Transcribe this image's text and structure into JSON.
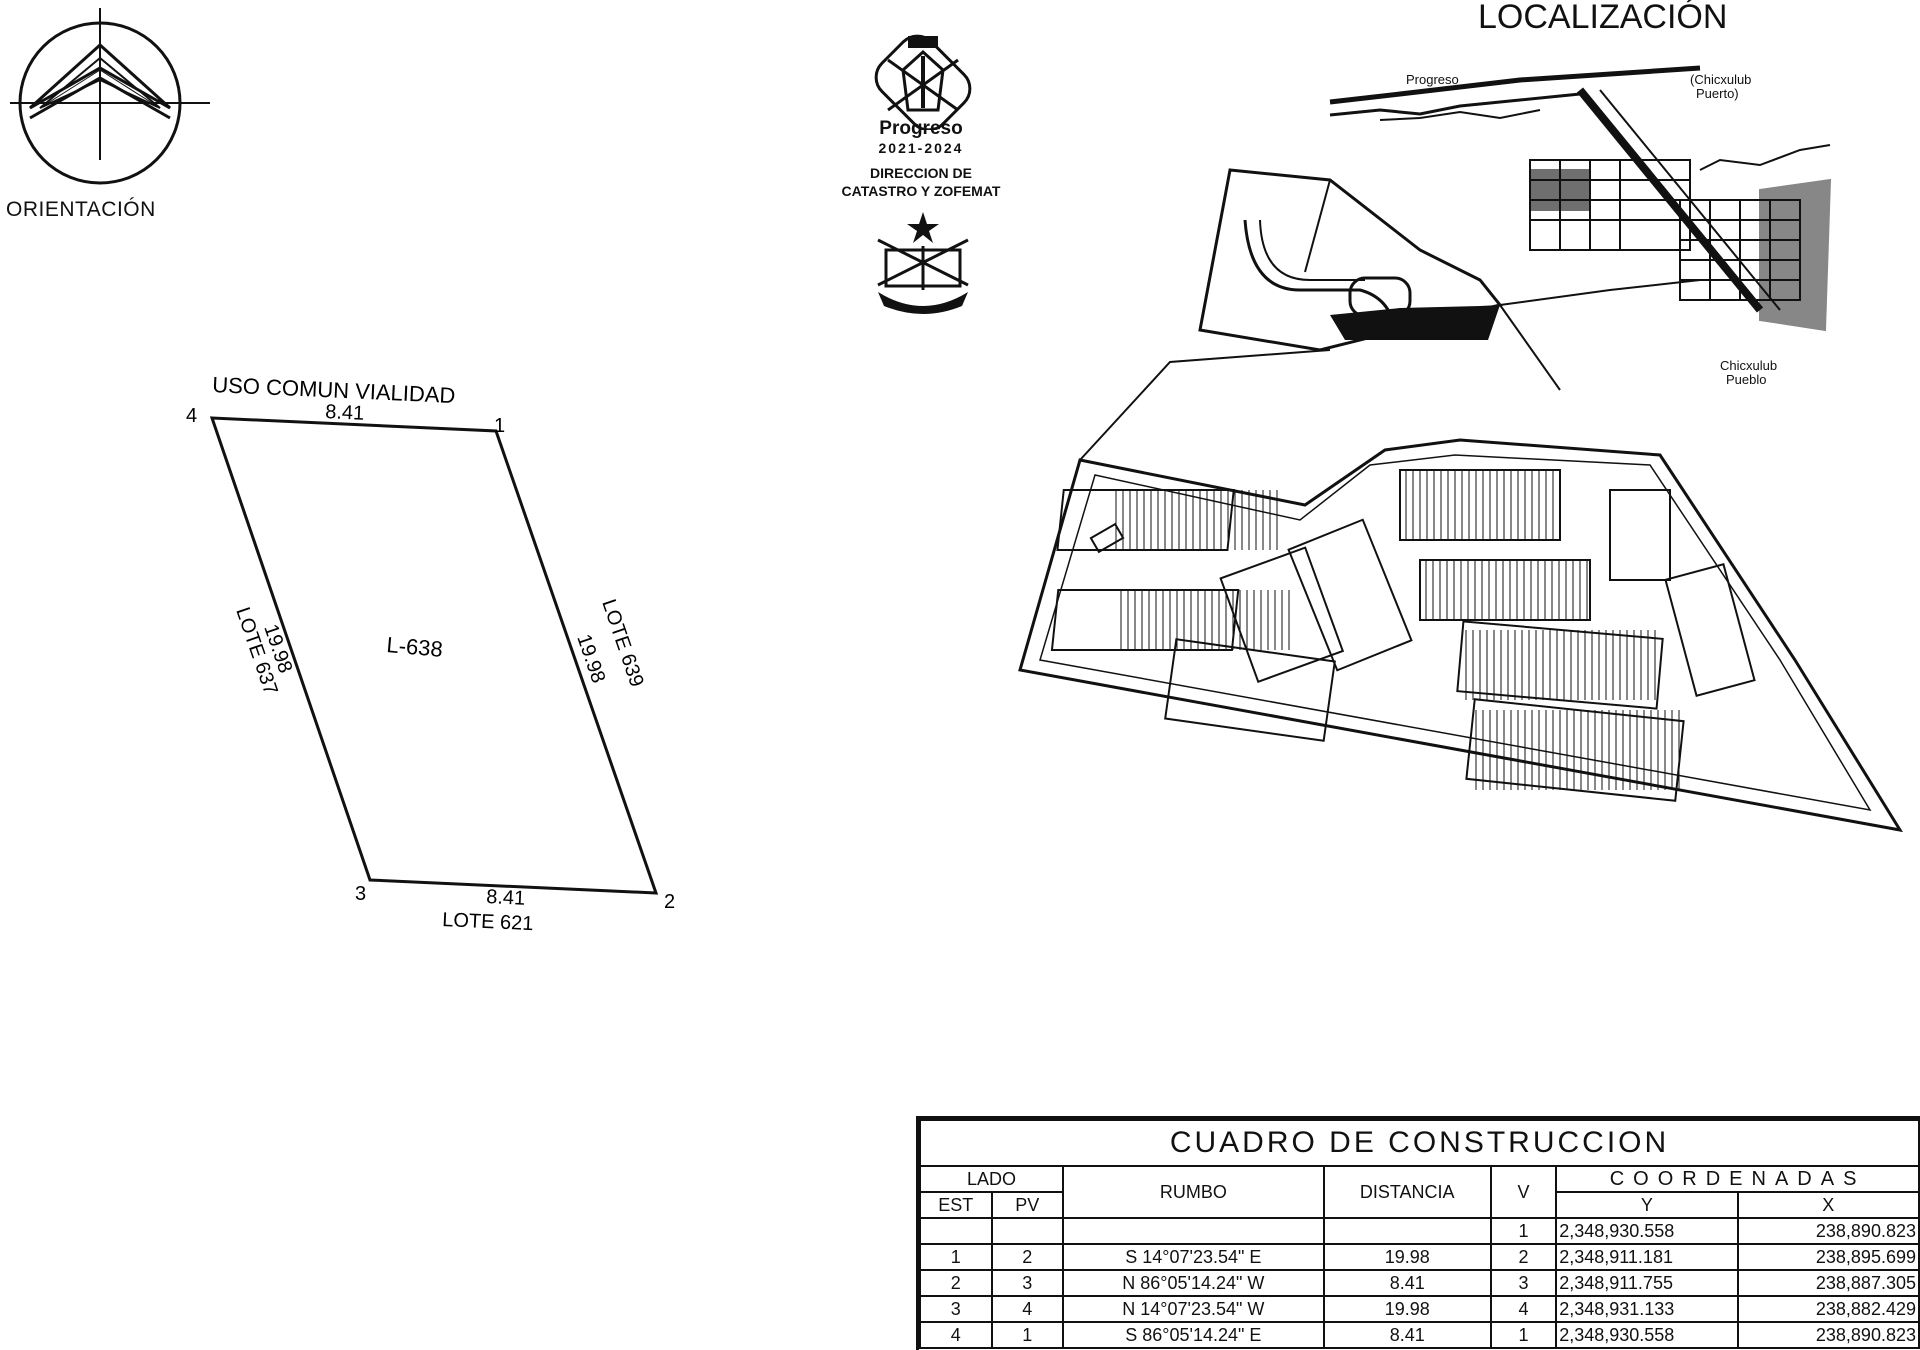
{
  "orientation": {
    "label": "ORIENTACIÓN"
  },
  "logo": {
    "title": "Progreso",
    "years": "2021-2024",
    "department_line1": "DIRECCION DE",
    "department_line2": "CATASTRO Y ZOFEMAT"
  },
  "location_map": {
    "title": "LOCALIZACIÓN",
    "places": [
      "Progreso",
      "(Chicxulub",
      "Puerto)",
      "Chicxulub",
      "Pueblo"
    ]
  },
  "lot_plan": {
    "lot_id": "L-638",
    "top_boundary": "USO COMUN VIALIDAD",
    "bottom_boundary": "LOTE 621",
    "left_boundary": "LOTE 637",
    "right_boundary": "LOTE 639",
    "top_length": "8.41",
    "bottom_length": "8.41",
    "left_length": "19.98",
    "right_length": "19.98",
    "vertices": [
      "1",
      "2",
      "3",
      "4"
    ]
  },
  "construction_table": {
    "title": "CUADRO DE CONSTRUCCION",
    "headers": {
      "lado": "LADO",
      "est": "EST",
      "pv": "PV",
      "rumbo": "RUMBO",
      "distancia": "DISTANCIA",
      "v": "V",
      "coordenadas": "COORDENADAS",
      "y": "Y",
      "x": "X"
    },
    "first_row": {
      "v": "1",
      "y": "2,348,930.558",
      "x": "238,890.823"
    },
    "rows": [
      {
        "est": "1",
        "pv": "2",
        "rumbo": "S 14°07'23.54\" E",
        "distancia": "19.98",
        "v": "2",
        "y": "2,348,911.181",
        "x": "238,895.699"
      },
      {
        "est": "2",
        "pv": "3",
        "rumbo": "N 86°05'14.24\" W",
        "distancia": "8.41",
        "v": "3",
        "y": "2,348,911.755",
        "x": "238,887.305"
      },
      {
        "est": "3",
        "pv": "4",
        "rumbo": "N 14°07'23.54\" W",
        "distancia": "19.98",
        "v": "4",
        "y": "2,348,931.133",
        "x": "238,882.429"
      },
      {
        "est": "4",
        "pv": "1",
        "rumbo": "S 86°05'14.24\" E",
        "distancia": "8.41",
        "v": "1",
        "y": "2,348,930.558",
        "x": "238,890.823"
      }
    ]
  }
}
